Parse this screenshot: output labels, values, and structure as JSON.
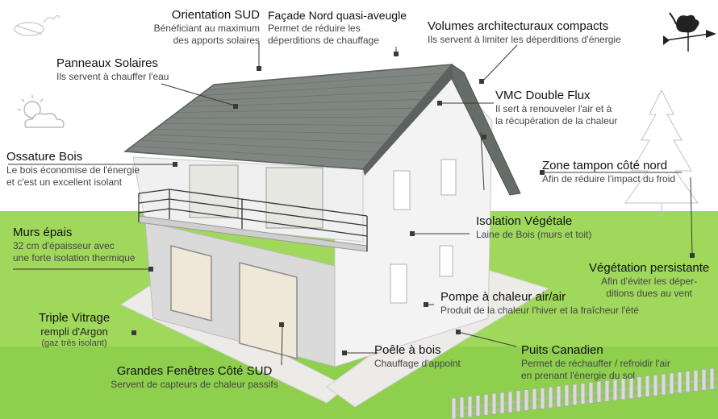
{
  "labels": [
    {
      "id": "orientation-sud",
      "title": "Orientation SUD",
      "desc": [
        "Bénéficiant au maximum",
        "des apports solaires"
      ]
    },
    {
      "id": "facade-nord",
      "title": "Façade Nord quasi-aveugle",
      "desc": [
        "Permet de réduire les",
        "déperditions de chauffage"
      ]
    },
    {
      "id": "volumes-compacts",
      "title": "Volumes architecturaux compacts",
      "desc": [
        "Ils servent à limiter les déperditions d'énergie"
      ]
    },
    {
      "id": "panneaux-solaires",
      "title": "Panneaux Solaires",
      "desc": [
        "Ils servent à chauffer l'eau"
      ]
    },
    {
      "id": "vmc-double-flux",
      "title": "VMC Double Flux",
      "desc": [
        "Il sert à renouveler l'air et à",
        "la récupération de la chaleur"
      ]
    },
    {
      "id": "ossature-bois",
      "title": "Ossature Bois",
      "desc": [
        "Le bois économise de l'énergie",
        "et c'est un excellent isolant"
      ]
    },
    {
      "id": "zone-tampon",
      "title": "Zone tampon côté nord",
      "desc": [
        "Afin de réduire l'impact du froid"
      ]
    },
    {
      "id": "isolation-vegetale",
      "title": "Isolation Végétale",
      "desc": [
        "Laine de Bois (murs et toit)"
      ]
    },
    {
      "id": "murs-epais",
      "title": "Murs épais",
      "desc": [
        "32 cm d'épaisseur avec",
        "une forte isolation thermique"
      ]
    },
    {
      "id": "vegetation-persistante",
      "title": "Végétation persistante",
      "desc": [
        "Afin d'éviter les déper-",
        "ditions dues au vent"
      ]
    },
    {
      "id": "pompe-chaleur",
      "title": "Pompe à chaleur air/air",
      "desc": [
        "Produit de la chaleur l'hiver et la fraîcheur l'été"
      ]
    },
    {
      "id": "triple-vitrage",
      "title": "Triple Vitrage",
      "desc": [
        "rempli d'Argon",
        "(gaz très isolant)"
      ]
    },
    {
      "id": "poele-bois",
      "title": "Poêle à bois",
      "desc": [
        "Chauffage d'appoint"
      ]
    },
    {
      "id": "puits-canadien",
      "title": "Puits Canadien",
      "desc": [
        "Permet de réchauffer / refroidir l'air",
        "en prenant l'énergie du sol"
      ]
    },
    {
      "id": "grandes-fenetres",
      "title": "Grandes Fenêtres Côté SUD",
      "desc": [
        "Servent de capteurs de chaleur passifs"
      ]
    }
  ],
  "colors": {
    "grass": "#9fd85a",
    "grass_dark": "#86c447",
    "wall": "#f4f4f4",
    "wall_shade": "#d9d9d9",
    "roof": "#7d8480",
    "roof_dark": "#5f6662",
    "path": "#ececea",
    "leader": "#3a3a3a",
    "fence": "#b8b8b8"
  },
  "icons": [
    "sun-cloud-icon",
    "rooster-weathervane-icon",
    "wind-swirl-icon",
    "pine-tree-icon"
  ]
}
